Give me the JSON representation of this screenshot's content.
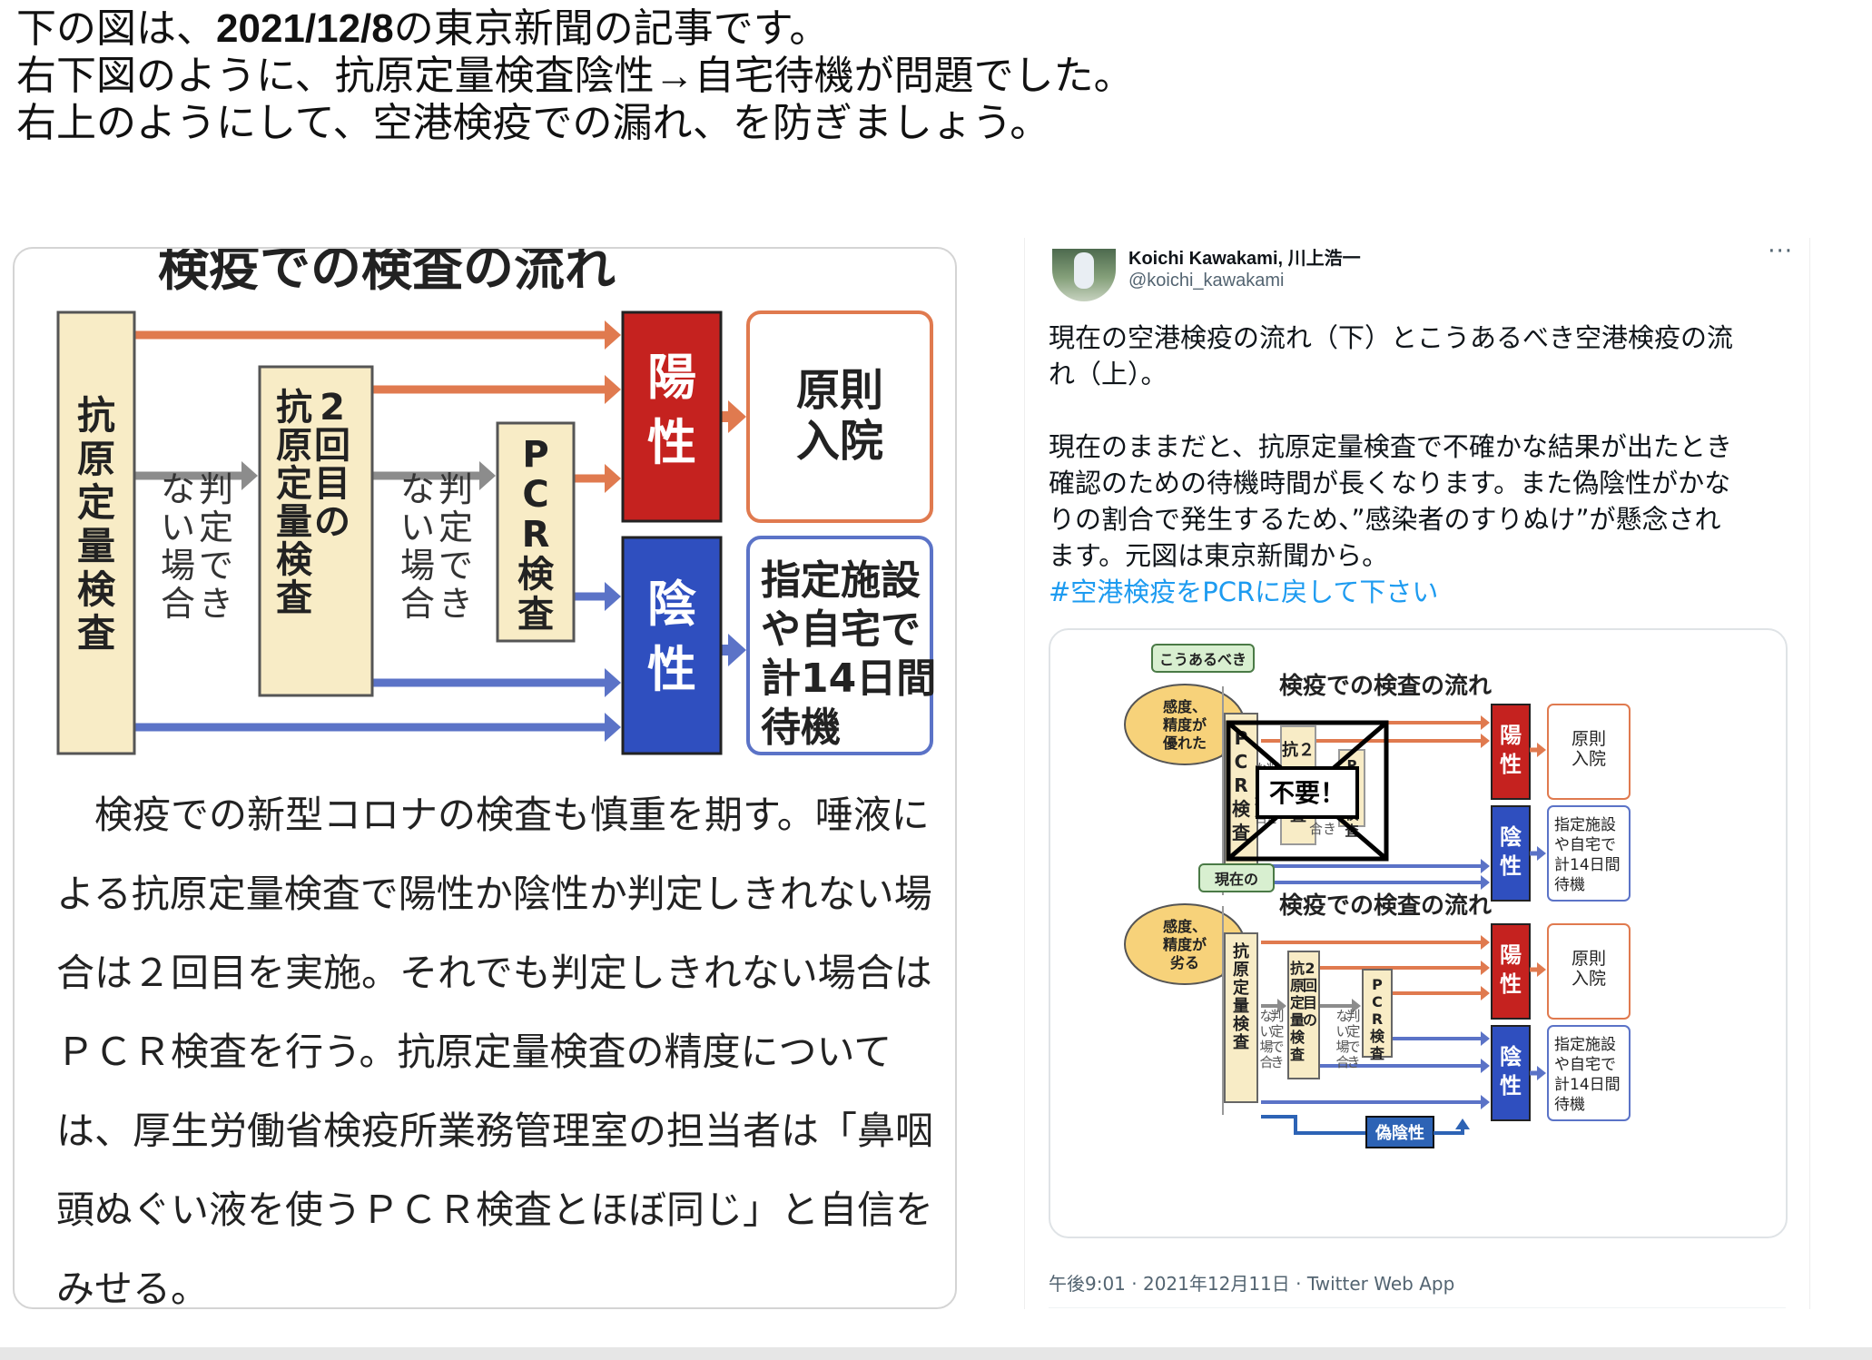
{
  "headline": {
    "line1_pre": "下の図は、",
    "line1_date": "2021/12/8",
    "line1_post": "の東京新聞の記事です。",
    "line2_pre": "右下図のように、抗原定量検査陰性",
    "line2_arrow": "→",
    "line2_post": "自宅待機が問題でした。",
    "line3": "右上のようにして、空港検疫での漏れ、を防ぎましょう。"
  },
  "figure": {
    "title": "検疫での検査の流れ",
    "col1": [
      "抗",
      "原",
      "定",
      "量",
      "検",
      "査"
    ],
    "col2": [
      "2",
      "回",
      "目",
      "の",
      "抗",
      "原",
      "定",
      "量",
      "検",
      "査"
    ],
    "col3": [
      "P",
      "C",
      "R",
      "検",
      "査"
    ],
    "undetermined_a": [
      "判",
      "定",
      "で",
      "き"
    ],
    "undetermined_b": [
      "な",
      "い",
      "場",
      "合"
    ],
    "positive": [
      "陽",
      "性"
    ],
    "negative": [
      "陰",
      "性"
    ],
    "hospital": [
      "原則",
      "入院"
    ],
    "wait": [
      "指定施設",
      "や自宅で",
      "計14日間",
      "待機"
    ],
    "colors": {
      "orange": "#e07a4f",
      "gray": "#8c8c8c",
      "blue": "#5b73c7",
      "red": "#c5221f",
      "navy": "#2f4fbf",
      "beige": "#f8ecc6"
    }
  },
  "article": {
    "lines": [
      "　検疫での新型コロナの検査も慎重を期す。唾液に",
      "よる抗原定量検査で陽性か陰性か判定しきれない場",
      "合は２回目を実施。それでも判定しきれない場合は",
      "ＰＣＲ検査を行う。抗原定量検査の精度について",
      "は、厚生労働省検疫所業務管理室の担当者は「鼻咽",
      "頭ぬぐい液を使うＰＣＲ検査とほぼ同じ」と自信を",
      "みせる。"
    ]
  },
  "tweet": {
    "name": "Koichi Kawakami, 川上浩一",
    "handle": "@koichi_kawakami",
    "more": "···",
    "text_lines": [
      "現在の空港検疫の流れ（下）とこうあるべき空港検疫の流",
      "れ（上）。",
      "",
      "現在のままだと、抗原定量検査で不確かな結果が出たとき",
      "確認のための待機時間が長くなります。また偽陰性がかな",
      "りの割合で発生するため、”感染者のすりぬけ”が懸念され",
      "ます。元図は東京新聞から。"
    ],
    "hashtag": "#空港検疫をPCRに戻して下さい",
    "meta": "午後9:01 · 2021年12月11日 · Twitter Web App"
  },
  "media": {
    "top_tag": "こうあるべき",
    "top_bubble": [
      "感度、",
      "精度が",
      "優れた"
    ],
    "bottom_tag": "現在の",
    "bottom_bubble": [
      "感度、",
      "精度が",
      "劣る"
    ],
    "title": "検疫での検査の流れ",
    "pcr_col": [
      "P",
      "C",
      "R",
      "検",
      "査"
    ],
    "antigen_col": [
      "抗",
      "原",
      "定",
      "量",
      "検",
      "査"
    ],
    "second_col": [
      "2",
      "回",
      "目",
      "の",
      "抗",
      "原",
      "定",
      "量",
      "検",
      "査"
    ],
    "partial_second": [
      "抗",
      "２"
    ],
    "partial_kensa": "査",
    "und_a": [
      "判",
      "定",
      "で",
      "き"
    ],
    "und_b": [
      "な",
      "い",
      "場",
      "合"
    ],
    "partial_und": "合き",
    "cross_label": "不要！",
    "pos": [
      "陽",
      "性"
    ],
    "neg": [
      "陰",
      "性"
    ],
    "hospital": [
      "原則",
      "入院"
    ],
    "wait": [
      "指定施設",
      "や自宅で",
      "計14日間",
      "待機"
    ],
    "false_negative": "偽陰性",
    "colors": {
      "tag_green": "#d8efd0",
      "bubble": "#f7d27a",
      "fneg": "#2d63b5"
    }
  }
}
